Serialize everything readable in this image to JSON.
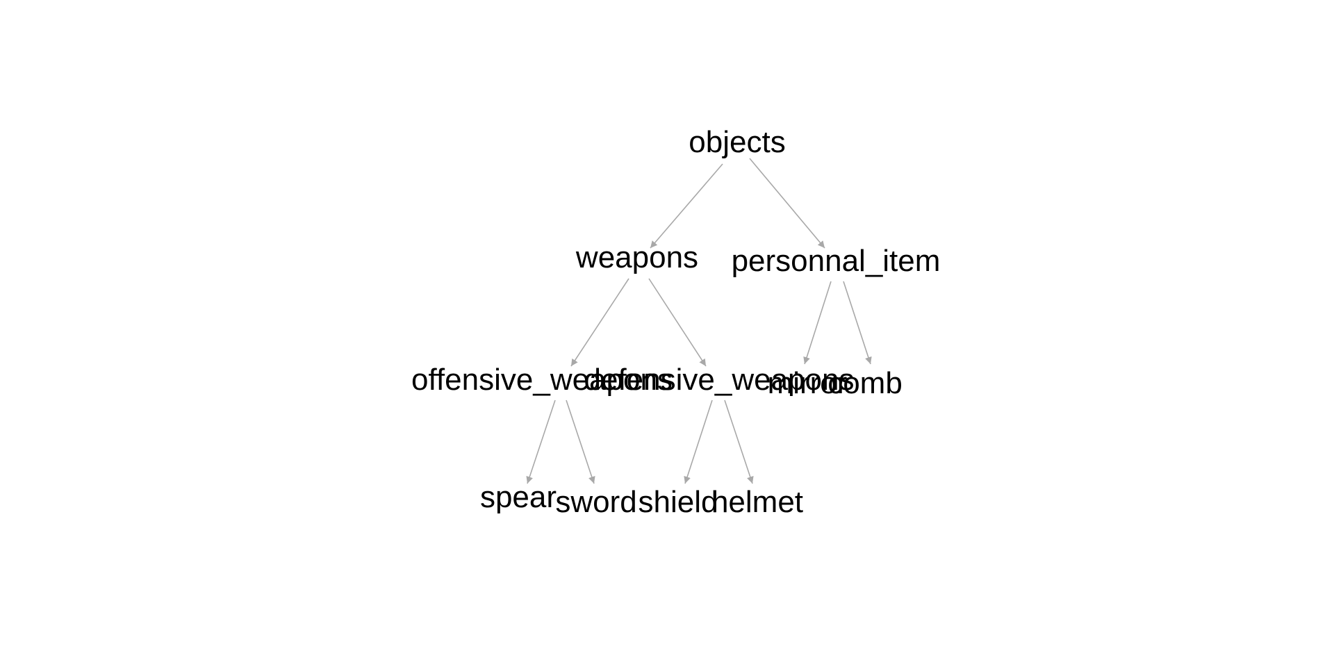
{
  "diagram": {
    "type": "tree",
    "edge_color": "#a8a8a8",
    "text_color": "#000000",
    "nodes": [
      {
        "id": "objects",
        "label": "objects"
      },
      {
        "id": "weapons",
        "label": "weapons"
      },
      {
        "id": "personnal_item",
        "label": "personnal_item"
      },
      {
        "id": "offensive_weapons",
        "label": "offensive_weapons"
      },
      {
        "id": "defensive_weapons",
        "label": "defensive_weapons"
      },
      {
        "id": "mirror",
        "label": "mirror"
      },
      {
        "id": "comb",
        "label": "comb"
      },
      {
        "id": "spear",
        "label": "spear"
      },
      {
        "id": "sword",
        "label": "sword"
      },
      {
        "id": "shield",
        "label": "shield"
      },
      {
        "id": "helmet",
        "label": "helmet"
      }
    ],
    "edges": [
      {
        "from": "objects",
        "to": "weapons"
      },
      {
        "from": "objects",
        "to": "personnal_item"
      },
      {
        "from": "weapons",
        "to": "offensive_weapons"
      },
      {
        "from": "weapons",
        "to": "defensive_weapons"
      },
      {
        "from": "personnal_item",
        "to": "mirror"
      },
      {
        "from": "personnal_item",
        "to": "comb"
      },
      {
        "from": "offensive_weapons",
        "to": "spear"
      },
      {
        "from": "offensive_weapons",
        "to": "sword"
      },
      {
        "from": "defensive_weapons",
        "to": "shield"
      },
      {
        "from": "defensive_weapons",
        "to": "helmet"
      }
    ]
  }
}
